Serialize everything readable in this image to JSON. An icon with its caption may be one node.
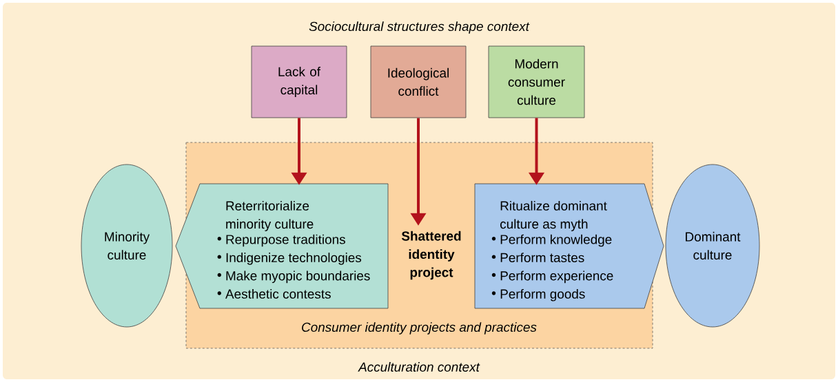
{
  "diagram": {
    "nodes": [
      {
        "text": [
          "Acculturation context"
        ]
      },
      {
        "text": [
          "Lack of capital"
        ],
        "in": 0
      },
      {
        "text": [
          "Ideological conflict"
        ],
        "in": 0
      },
      {
        "text": [
          "Modern consumer culture"
        ],
        "in": 0
      },
      {
        "text": [
          "Consumer identity projects and practices"
        ],
        "in": 0
      },
      {
        "text": [
          "Minority culture"
        ],
        "in": 0
      },
      {
        "text": [
          "Reterritorialize minority culture",
          "Repurpose traditions",
          "Indigenize technologies",
          "Make myopic boundaries",
          "Aesthetic contests"
        ],
        "in": 4
      },
      {
        "text": [
          "Shattered identity project"
        ],
        "in": 4
      },
      {
        "text": [
          "Ritualize dominant culture as myth",
          "Perform knowledge",
          "Perform tastes",
          "Perform experience",
          "Perform goods"
        ],
        "in": 4
      },
      {
        "text": [
          "Dominant culture"
        ],
        "in": 0
      }
    ],
    "edges": [
      {
        "from": 1,
        "to": 6,
        "arrow": "to"
      },
      {
        "from": 2,
        "to": 7,
        "arrow": "to"
      },
      {
        "from": 3,
        "to": 8,
        "arrow": "to"
      }
    ],
    "labels": [
      "Sociocultural structures shape context"
    ]
  }
}
